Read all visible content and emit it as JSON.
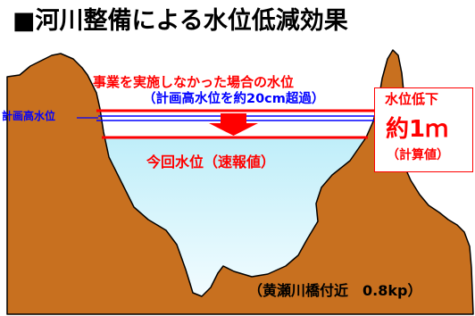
{
  "title": {
    "mark": "■",
    "text": "河川整備による水位低減効果"
  },
  "water_level_without_project": {
    "label": "事業を実施しなかった場合の水位",
    "note": "（計画高水位を約20cm超過）"
  },
  "planned_high_water_level": {
    "label": "計画高水位"
  },
  "current_water_level": {
    "label": "今回水位（速報値）"
  },
  "reduction": {
    "heading": "水位低下",
    "value": "約1ｍ",
    "note": "（計算値）"
  },
  "location": {
    "label": "（黄瀬川橋付近　0.8kp）"
  },
  "colors": {
    "ground": "#c8701f",
    "water_top": "#bfeef9",
    "water_bottom": "#f2fcff",
    "without_line": "#ff0000",
    "planned_line": "#0000ff",
    "current_line": "#ff0000",
    "arrow": "#ff0000",
    "text_red": "#ff0000",
    "text_blue": "#0000ff"
  }
}
